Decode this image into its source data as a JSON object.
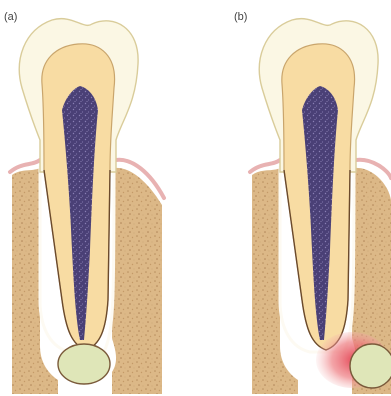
{
  "panels": [
    {
      "label": "(a)",
      "condition": "healthy"
    },
    {
      "label": "(b)",
      "condition": "inflamed"
    }
  ],
  "colors": {
    "enamel": "#fbf7e4",
    "dentin": "#f8dca3",
    "pulp": "#4a4076",
    "pulp_speckle": "#8a7fb4",
    "bone": "#dcb887",
    "bone_speckle": "#b88f5e",
    "gum_line": "#e8b2b2",
    "cyst": "#dfe6b8",
    "inflammation": "#e8505a",
    "outline": "#6b4a2c"
  }
}
